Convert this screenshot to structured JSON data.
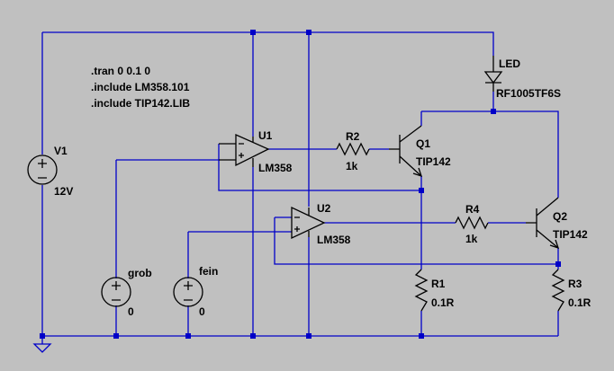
{
  "directives": [
    ".tran 0 0.1 0",
    ".include LM358.101",
    ".include TIP142.LIB"
  ],
  "components": {
    "V1": {
      "ref": "V1",
      "value": "12V"
    },
    "grob": {
      "ref": "grob",
      "value": "0"
    },
    "fein": {
      "ref": "fein",
      "value": "0"
    },
    "U1": {
      "ref": "U1",
      "model": "LM358"
    },
    "U2": {
      "ref": "U2",
      "model": "LM358"
    },
    "R2": {
      "ref": "R2",
      "value": "1k"
    },
    "R4": {
      "ref": "R4",
      "value": "1k"
    },
    "Q1": {
      "ref": "Q1",
      "model": "TIP142"
    },
    "Q2": {
      "ref": "Q2",
      "model": "TIP142"
    },
    "R1": {
      "ref": "R1",
      "value": "0.1R"
    },
    "R3": {
      "ref": "R3",
      "value": "0.1R"
    },
    "LED": {
      "ref": "LED",
      "model": "RF1005TF6S"
    }
  },
  "colors": {
    "background": "#c0c0c0",
    "wire": "#0000c8",
    "component": "#000000"
  }
}
